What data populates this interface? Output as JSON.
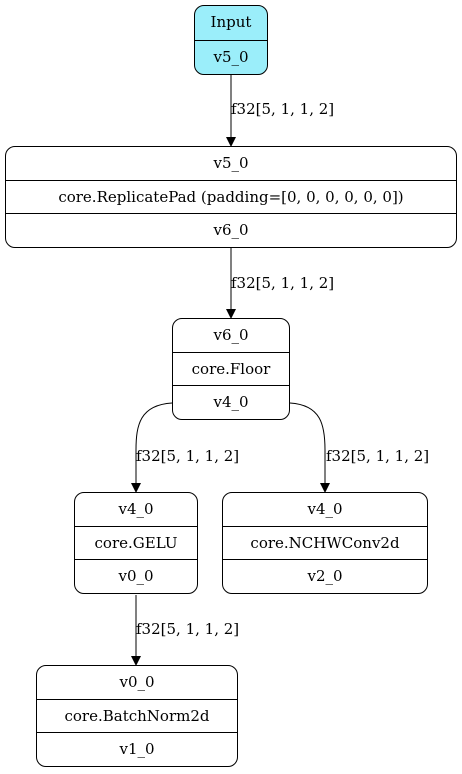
{
  "nodes": {
    "input": {
      "title": "Input",
      "output": "v5_0"
    },
    "replicate": {
      "input": "v5_0",
      "op": "core.ReplicatePad (padding=[0, 0, 0, 0, 0, 0])",
      "output": "v6_0"
    },
    "floor": {
      "input": "v6_0",
      "op": "core.Floor",
      "output": "v4_0"
    },
    "gelu": {
      "input": "v4_0",
      "op": "core.GELU",
      "output": "v0_0"
    },
    "conv": {
      "input": "v4_0",
      "op": "core.NCHWConv2d",
      "output": "v2_0"
    },
    "batchnorm": {
      "input": "v0_0",
      "op": "core.BatchNorm2d",
      "output": "v1_0"
    }
  },
  "edges": {
    "input_to_replicate": "f32[5, 1, 1, 2]",
    "replicate_to_floor": "f32[5, 1, 1, 2]",
    "floor_to_gelu": "f32[5, 1, 1, 2]",
    "floor_to_conv": "f32[5, 1, 1, 2]",
    "gelu_to_batchnorm": "f32[5, 1, 1, 2]"
  },
  "colors": {
    "input_fill": "#9beefa",
    "stroke": "#000000"
  }
}
